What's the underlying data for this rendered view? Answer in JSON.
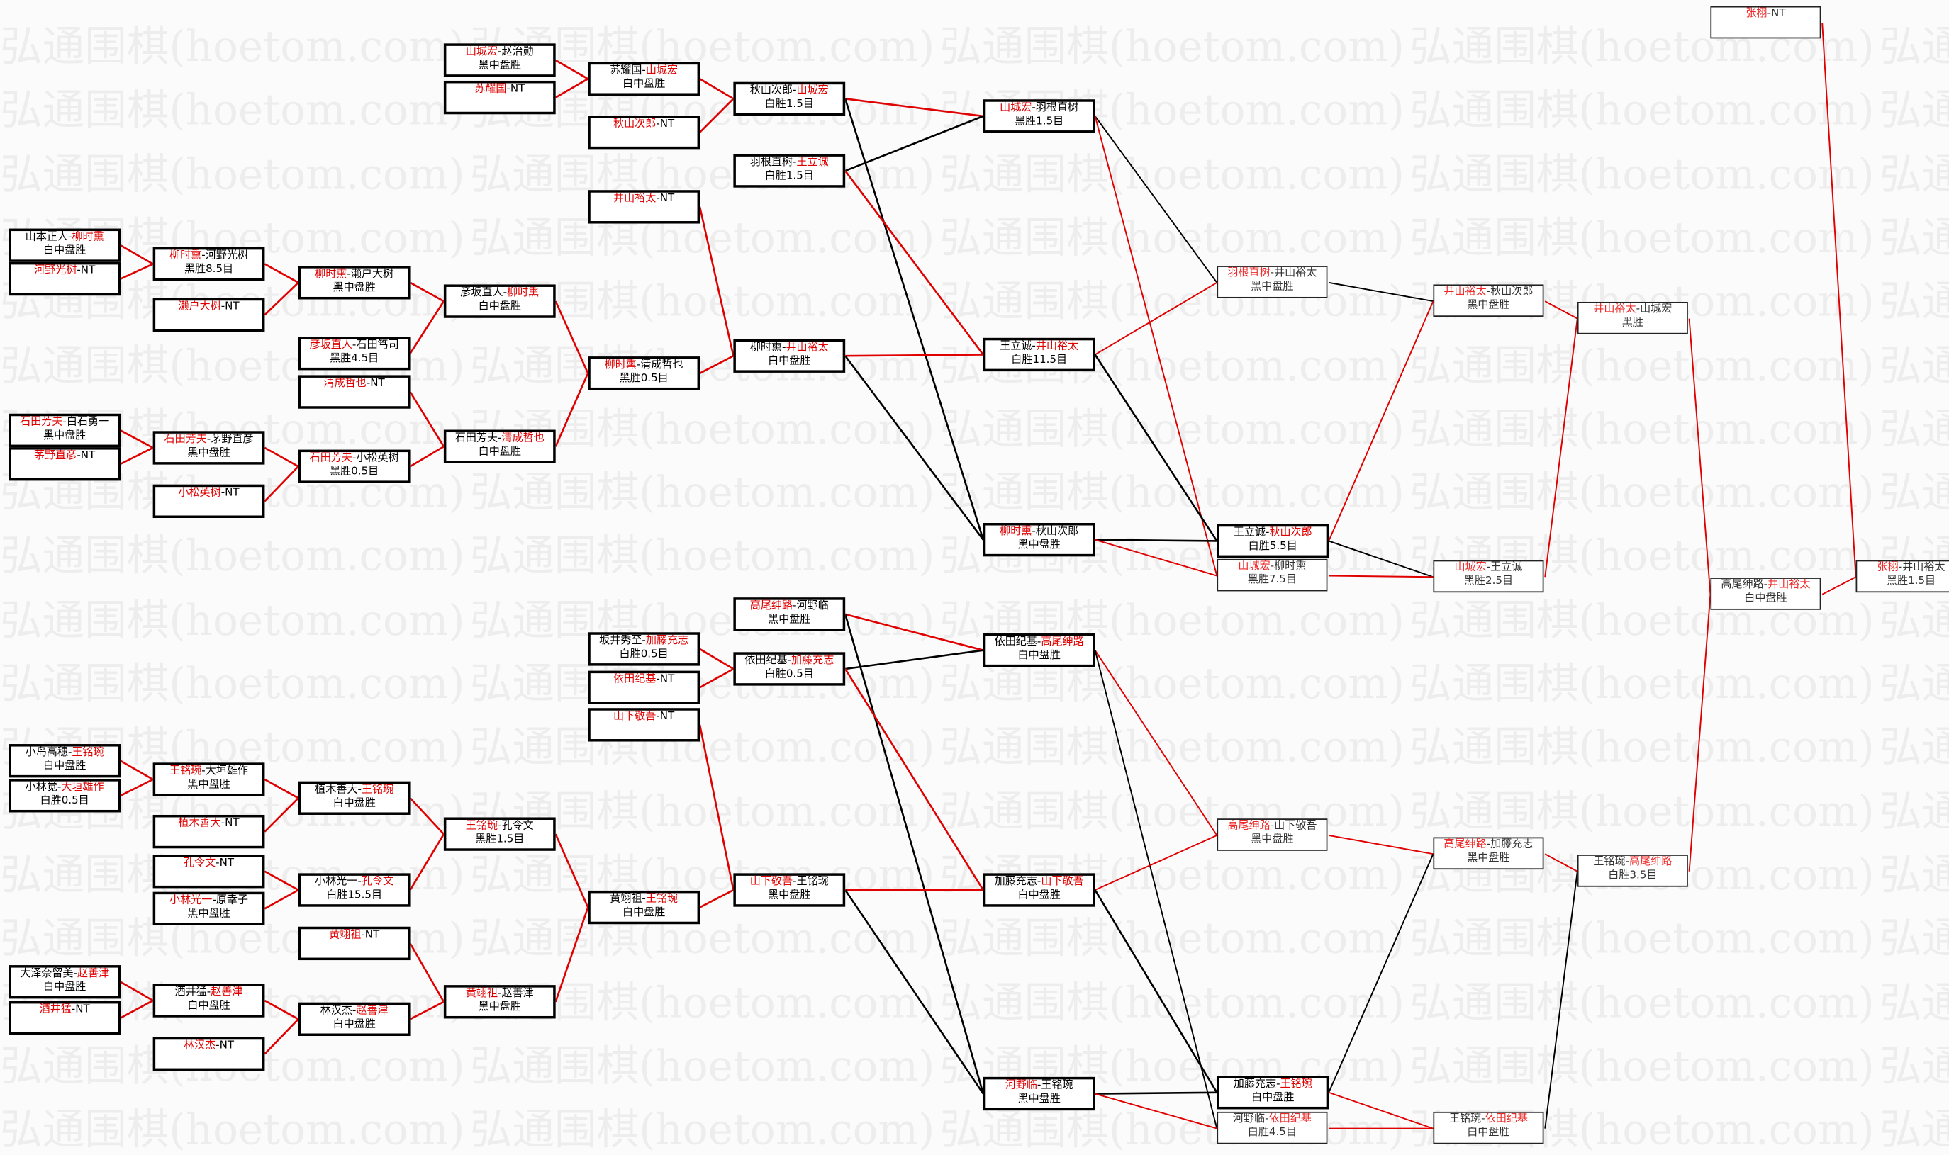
{
  "watermark": "弘通围棋(hoetom.com)",
  "colors": {
    "winner": "#e00000",
    "loser_line": "#000000",
    "background": "#fbfbfb"
  },
  "bracket": {
    "A1": {
      "p1": "山本正人",
      "p2": "柳时熏",
      "winner": 2,
      "result": "白中盘胜"
    },
    "A2": {
      "p1": "河野光树",
      "p2": "NT",
      "winner": 1,
      "result": ""
    },
    "A3": {
      "p1": "石田芳夫",
      "p2": "白石勇一",
      "winner": 1,
      "result": "黑中盘胜"
    },
    "A4": {
      "p1": "茅野直彦",
      "p2": "NT",
      "winner": 1,
      "result": ""
    },
    "A5": {
      "p1": "小岛高穗",
      "p2": "王铭琬",
      "winner": 2,
      "result": "白中盘胜"
    },
    "A6": {
      "p1": "小林觉",
      "p2": "大垣雄作",
      "winner": 2,
      "result": "白胜0.5目"
    },
    "A7": {
      "p1": "大泽奈留美",
      "p2": "赵善津",
      "winner": 2,
      "result": "白中盘胜"
    },
    "A8": {
      "p1": "酒井猛",
      "p2": "NT",
      "winner": 1,
      "result": ""
    },
    "B1": {
      "p1": "柳时熏",
      "p2": "河野光树",
      "winner": 1,
      "result": "黑胜8.5目"
    },
    "B2": {
      "p1": "濑户大树",
      "p2": "NT",
      "winner": 1,
      "result": ""
    },
    "B3": {
      "p1": "石田芳夫",
      "p2": "茅野直彦",
      "winner": 1,
      "result": "黑中盘胜"
    },
    "B4": {
      "p1": "小松英树",
      "p2": "NT",
      "winner": 1,
      "result": ""
    },
    "B5": {
      "p1": "王铭琬",
      "p2": "大垣雄作",
      "winner": 1,
      "result": "黑中盘胜"
    },
    "B6": {
      "p1": "植木善大",
      "p2": "NT",
      "winner": 1,
      "result": ""
    },
    "B7": {
      "p1": "孔令文",
      "p2": "NT",
      "winner": 1,
      "result": ""
    },
    "B8": {
      "p1": "小林光一",
      "p2": "原幸子",
      "winner": 1,
      "result": "黑中盘胜"
    },
    "B9": {
      "p1": "酒井猛",
      "p2": "赵善津",
      "winner": 2,
      "result": "白中盘胜"
    },
    "B10": {
      "p1": "林汉杰",
      "p2": "NT",
      "winner": 1,
      "result": ""
    },
    "C1": {
      "p1": "柳时熏",
      "p2": "濑户大树",
      "winner": 1,
      "result": "黑中盘胜"
    },
    "C2": {
      "p1": "彦坂直人",
      "p2": "石田笃司",
      "winner": 1,
      "result": "黑胜4.5目"
    },
    "C3": {
      "p1": "清成哲也",
      "p2": "NT",
      "winner": 1,
      "result": ""
    },
    "C4": {
      "p1": "石田芳夫",
      "p2": "小松英树",
      "winner": 1,
      "result": "黑胜0.5目"
    },
    "C5": {
      "p1": "植木善大",
      "p2": "王铭琬",
      "winner": 2,
      "result": "白中盘胜"
    },
    "C6": {
      "p1": "小林光一",
      "p2": "孔令文",
      "winner": 2,
      "result": "白胜15.5目"
    },
    "C7": {
      "p1": "黄翊祖",
      "p2": "NT",
      "winner": 1,
      "result": ""
    },
    "C8": {
      "p1": "林汉杰",
      "p2": "赵善津",
      "winner": 2,
      "result": "白中盘胜"
    },
    "D1": {
      "p1": "山城宏",
      "p2": "赵治勋",
      "winner": 1,
      "result": "黑中盘胜"
    },
    "D2": {
      "p1": "苏耀国",
      "p2": "NT",
      "winner": 1,
      "result": ""
    },
    "D3": {
      "p1": "彦坂直人",
      "p2": "柳时熏",
      "winner": 2,
      "result": "白中盘胜"
    },
    "D4": {
      "p1": "石田芳夫",
      "p2": "清成哲也",
      "winner": 2,
      "result": "白中盘胜"
    },
    "D5": {
      "p1": "王铭琬",
      "p2": "孔令文",
      "winner": 1,
      "result": "黑胜1.5目"
    },
    "D6": {
      "p1": "黄翊祖",
      "p2": "赵善津",
      "winner": 1,
      "result": "黑中盘胜"
    },
    "E1": {
      "p1": "苏耀国",
      "p2": "山城宏",
      "winner": 2,
      "result": "白中盘胜"
    },
    "E2": {
      "p1": "秋山次郎",
      "p2": "NT",
      "winner": 1,
      "result": ""
    },
    "E3": {
      "p1": "井山裕太",
      "p2": "NT",
      "winner": 1,
      "result": ""
    },
    "E4": {
      "p1": "柳时熏",
      "p2": "清成哲也",
      "winner": 1,
      "result": "黑胜0.5目"
    },
    "E5": {
      "p1": "坂井秀至",
      "p2": "加藤充志",
      "winner": 2,
      "result": "白胜0.5目"
    },
    "E6": {
      "p1": "依田纪基",
      "p2": "NT",
      "winner": 1,
      "result": ""
    },
    "E7": {
      "p1": "山下敬吾",
      "p2": "NT",
      "winner": 1,
      "result": ""
    },
    "E8": {
      "p1": "黄翊祖",
      "p2": "王铭琬",
      "winner": 2,
      "result": "白中盘胜"
    },
    "F1": {
      "p1": "秋山次郎",
      "p2": "山城宏",
      "winner": 2,
      "result": "白胜1.5目"
    },
    "F2": {
      "p1": "羽根直树",
      "p2": "王立诚",
      "winner": 2,
      "result": "白胜1.5目"
    },
    "F3": {
      "p1": "柳时熏",
      "p2": "井山裕太",
      "winner": 2,
      "result": "白中盘胜"
    },
    "F4": {
      "p1": "高尾绅路",
      "p2": "河野临",
      "winner": 1,
      "result": "黑中盘胜"
    },
    "F5": {
      "p1": "依田纪基",
      "p2": "加藤充志",
      "winner": 2,
      "result": "白胜0.5目"
    },
    "F6": {
      "p1": "山下敬吾",
      "p2": "王铭琬",
      "winner": 1,
      "result": "黑中盘胜"
    },
    "G1": {
      "p1": "山城宏",
      "p2": "羽根直树",
      "winner": 1,
      "result": "黑胜1.5目"
    },
    "G2": {
      "p1": "王立诚",
      "p2": "井山裕太",
      "winner": 2,
      "result": "白胜11.5目"
    },
    "G3": {
      "p1": "柳时熏",
      "p2": "秋山次郎",
      "winner": 1,
      "result": "黑中盘胜"
    },
    "G4": {
      "p1": "依田纪基",
      "p2": "高尾绅路",
      "winner": 2,
      "result": "白中盘胜"
    },
    "G5": {
      "p1": "加藤充志",
      "p2": "山下敬吾",
      "winner": 2,
      "result": "白中盘胜"
    },
    "G6": {
      "p1": "河野临",
      "p2": "王铭琬",
      "winner": 1,
      "result": "黑中盘胜"
    },
    "H1": {
      "p1": "羽根直树",
      "p2": "井山裕太",
      "winner": 1,
      "result": "黑中盘胜"
    },
    "H2": {
      "p1": "王立诚",
      "p2": "秋山次郎",
      "winner": 2,
      "result": "白胜5.5目"
    },
    "H3": {
      "p1": "山城宏",
      "p2": "柳时熏",
      "winner": 1,
      "result": "黑胜7.5目"
    },
    "H4": {
      "p1": "高尾绅路",
      "p2": "山下敬吾",
      "winner": 1,
      "result": "黑中盘胜"
    },
    "H5": {
      "p1": "加藤充志",
      "p2": "王铭琬",
      "winner": 2,
      "result": "白中盘胜"
    },
    "H6": {
      "p1": "河野临",
      "p2": "依田纪基",
      "winner": 2,
      "result": "白胜4.5目"
    },
    "I1": {
      "p1": "井山裕太",
      "p2": "秋山次郎",
      "winner": 1,
      "result": "黑中盘胜"
    },
    "I2": {
      "p1": "山城宏",
      "p2": "王立诚",
      "winner": 1,
      "result": "黑胜2.5目"
    },
    "I3": {
      "p1": "高尾绅路",
      "p2": "加藤充志",
      "winner": 1,
      "result": "黑中盘胜"
    },
    "I4": {
      "p1": "王铭琬",
      "p2": "依田纪基",
      "winner": 2,
      "result": "白中盘胜"
    },
    "J1": {
      "p1": "井山裕太",
      "p2": "山城宏",
      "winner": 1,
      "result": "黑胜"
    },
    "J2": {
      "p1": "王铭琬",
      "p2": "高尾绅路",
      "winner": 2,
      "result": "白胜3.5目"
    },
    "K1": {
      "p1": "张栩",
      "p2": "NT",
      "winner": 1,
      "result": ""
    },
    "K2": {
      "p1": "高尾绅路",
      "p2": "井山裕太",
      "winner": 2,
      "result": "白中盘胜"
    },
    "L1": {
      "p1": "张栩",
      "p2": "井山裕太",
      "winner": 1,
      "result": "黑胜1.5目"
    }
  }
}
